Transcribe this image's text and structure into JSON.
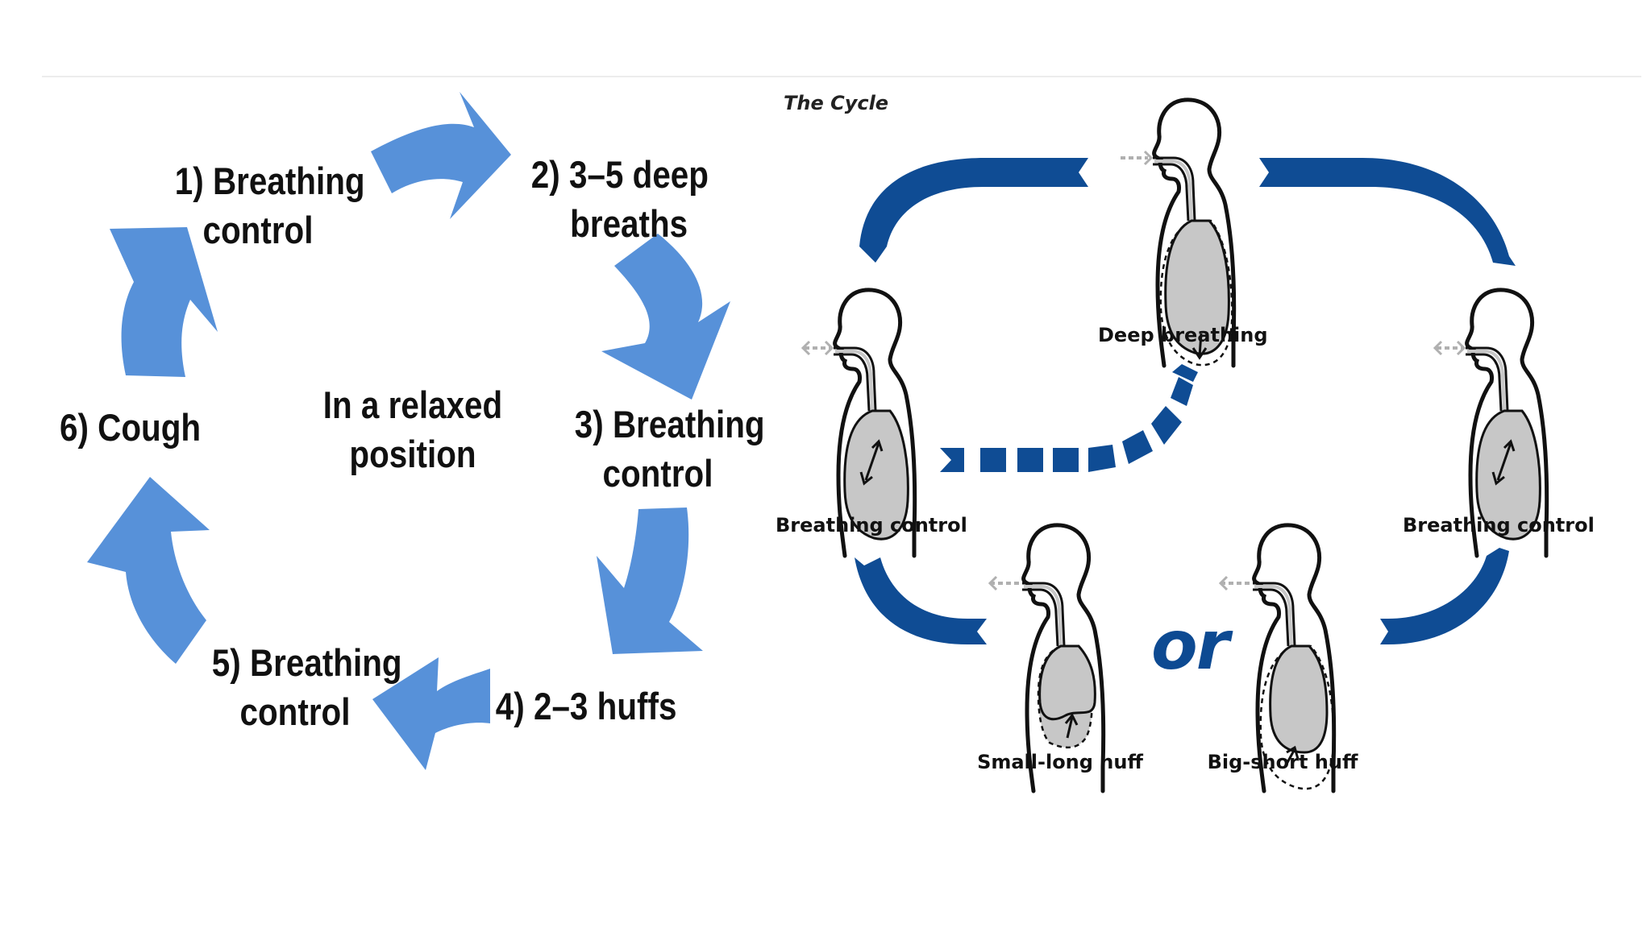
{
  "left_cycle": {
    "center_label_line1": "In a relaxed",
    "center_label_line2": "position",
    "steps": [
      {
        "line1": "1) Breathing",
        "line2": "control"
      },
      {
        "line1": "2) 3–5 deep",
        "line2": "breaths"
      },
      {
        "line1": "3) Breathing",
        "line2": "control"
      },
      {
        "line1": "4) 2–3 huffs",
        "line2": ""
      },
      {
        "line1": "5) Breathing",
        "line2": "control"
      },
      {
        "line1": "6) Cough",
        "line2": ""
      }
    ],
    "arrow_color": "#5791d9"
  },
  "right_cycle": {
    "title": "The Cycle",
    "labels": {
      "deep_breathing": "Deep breathing",
      "breathing_control_left": "Breathing control",
      "breathing_control_right": "Breathing control",
      "small_long_huff": "Small-long huff",
      "big_short_huff": "Big-short huff"
    },
    "or_text": "or",
    "arrow_color": "#0f4c94",
    "lung_fill": "#c7c7c7"
  }
}
